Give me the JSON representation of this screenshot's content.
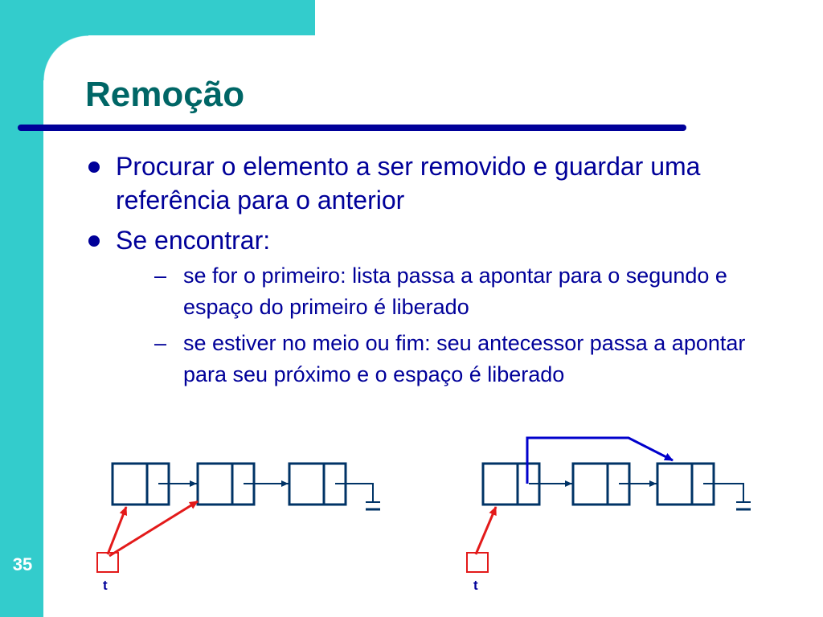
{
  "slide": {
    "title": "Remoção",
    "number": "35"
  },
  "bullets": [
    {
      "text": "Procurar o elemento a ser removido  e guardar uma referência para o anterior",
      "sub": []
    },
    {
      "text": "Se encontrar:",
      "sub": [
        {
          "dash": "–",
          "text": "se for o primeiro: lista passa a apontar para o segundo e espaço do primeiro é liberado"
        },
        {
          "dash": "–",
          "text": "se estiver no meio ou fim: seu antecessor passa a apontar para seu próximo e o espaço é liberado"
        }
      ]
    }
  ],
  "diagram": {
    "left_pointer_label": "t",
    "right_pointer_label": "t",
    "colors": {
      "node": "#003366",
      "pointer": "#e31a1a",
      "relink": "#0000cc",
      "frame": "#33cccc",
      "title": "#006666",
      "text": "#000099"
    }
  }
}
